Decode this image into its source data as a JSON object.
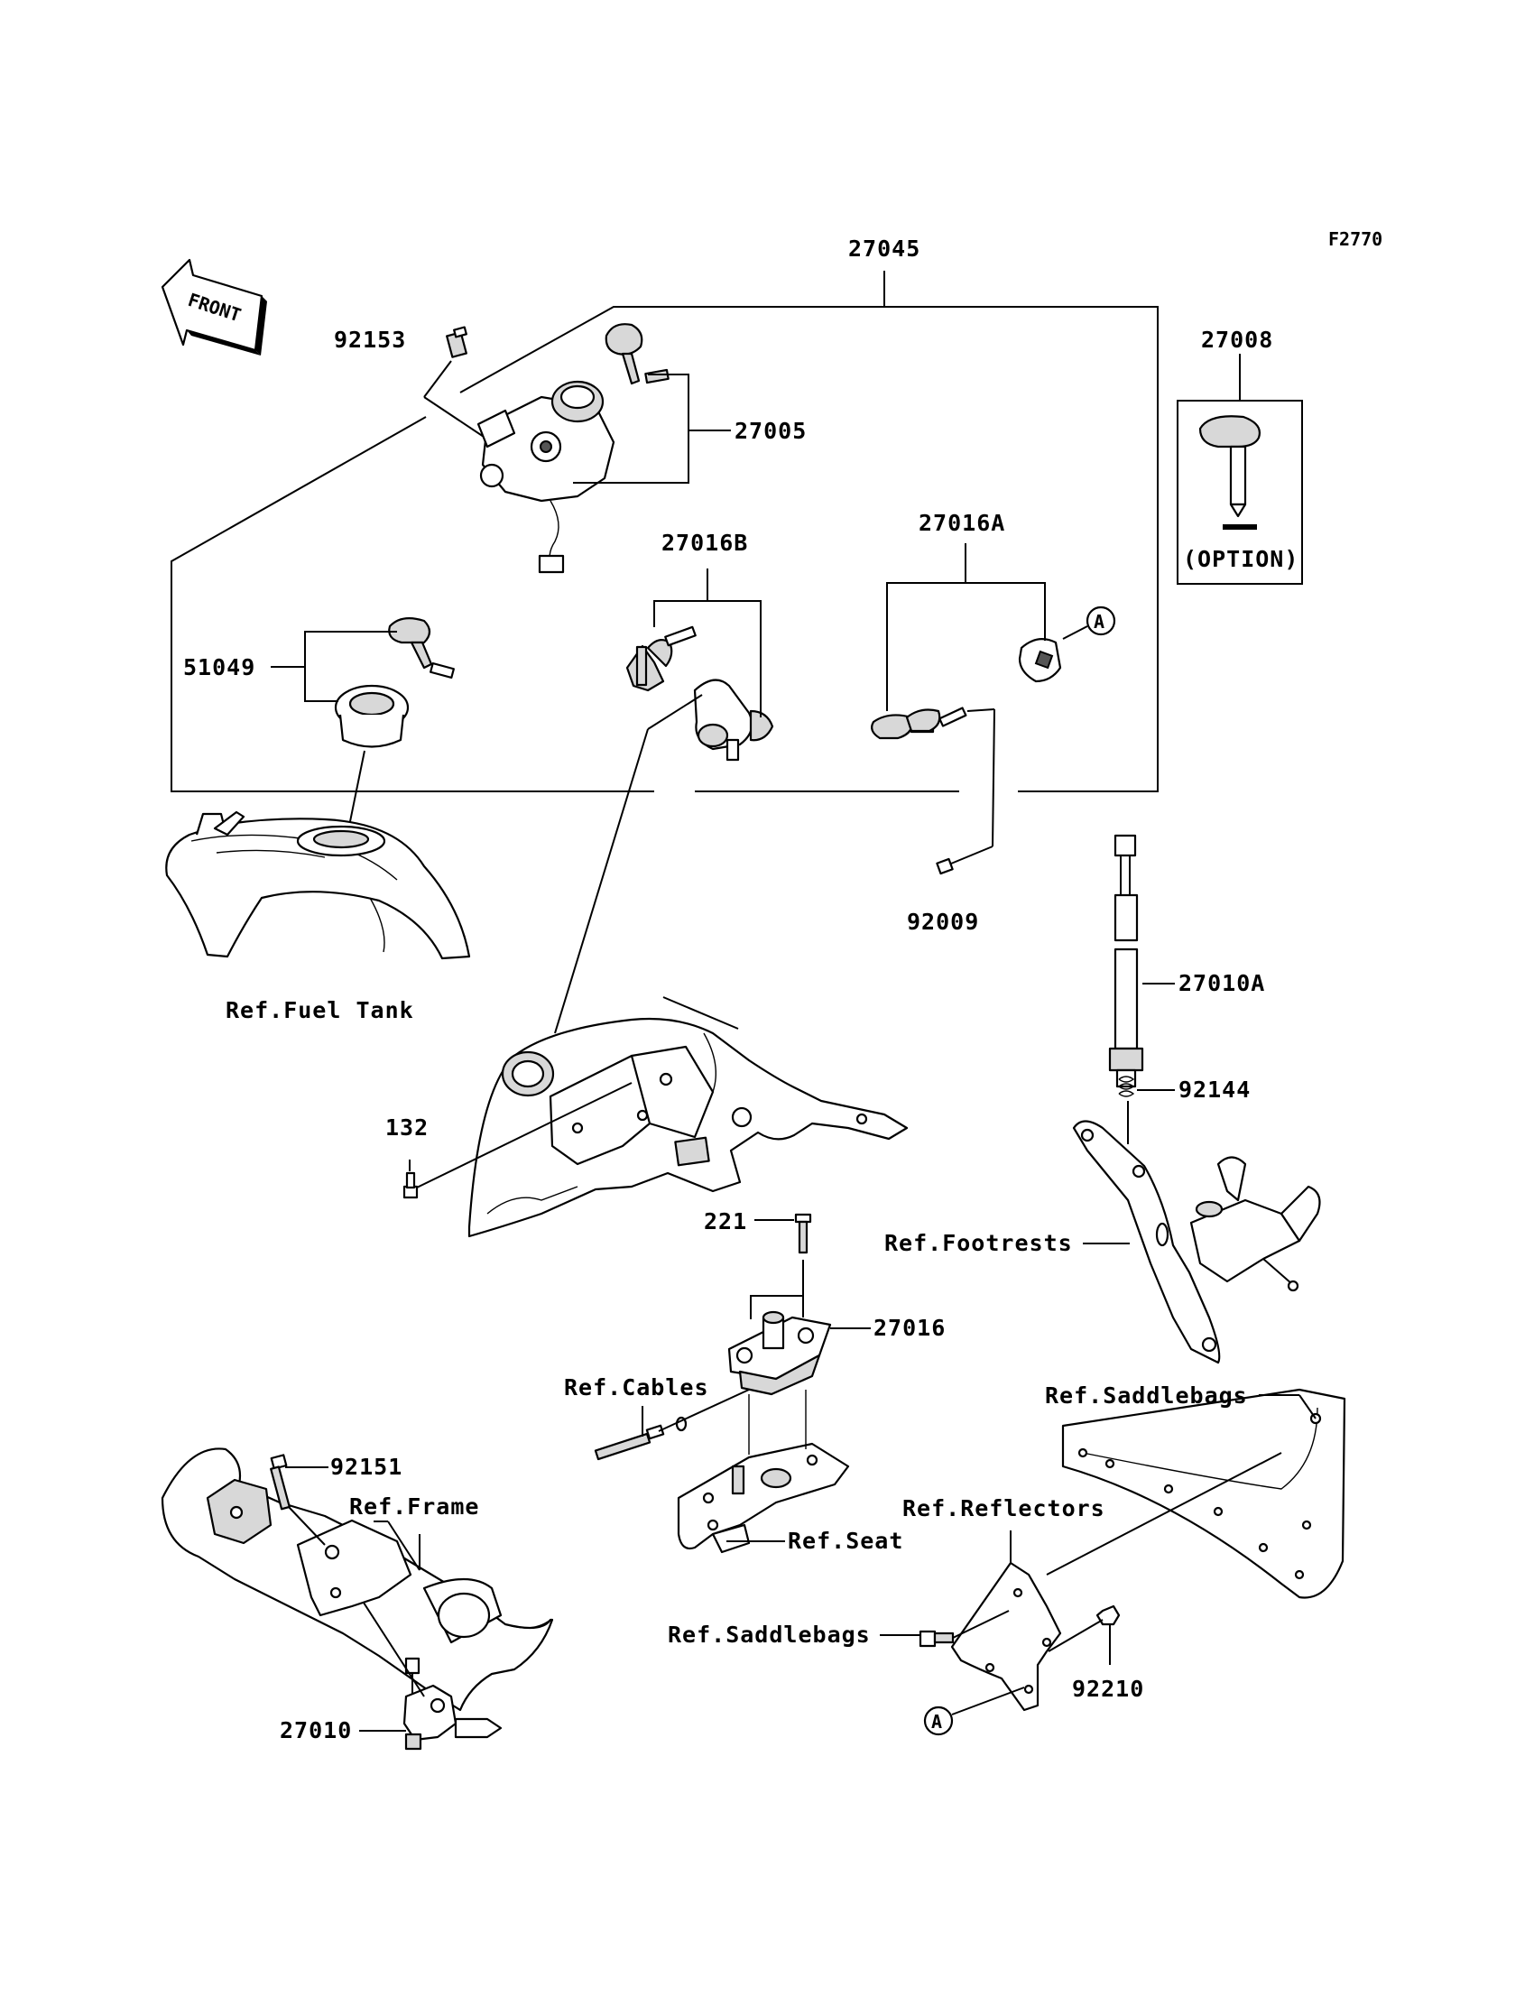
{
  "figure_code": "F2770",
  "front_label": "FRONT",
  "callout_a": "A",
  "parts": {
    "p27045": "27045",
    "p27008": "27008",
    "option": "(OPTION)",
    "p92153": "92153",
    "p27005": "27005",
    "p27016B": "27016B",
    "p27016A": "27016A",
    "p51049": "51049",
    "p92009": "92009",
    "p27010A": "27010A",
    "p132": "132",
    "p92144": "92144",
    "p221": "221",
    "p27016": "27016",
    "p92151": "92151",
    "p27010": "27010",
    "p92210": "92210"
  },
  "refs": {
    "fuel_tank": "Ref.Fuel Tank",
    "footrests": "Ref.Footrests",
    "cables": "Ref.Cables",
    "saddlebags_top": "Ref.Saddlebags",
    "frame": "Ref.Frame",
    "reflectors": "Ref.Reflectors",
    "seat": "Ref.Seat",
    "saddlebags_bottom": "Ref.Saddlebags"
  }
}
